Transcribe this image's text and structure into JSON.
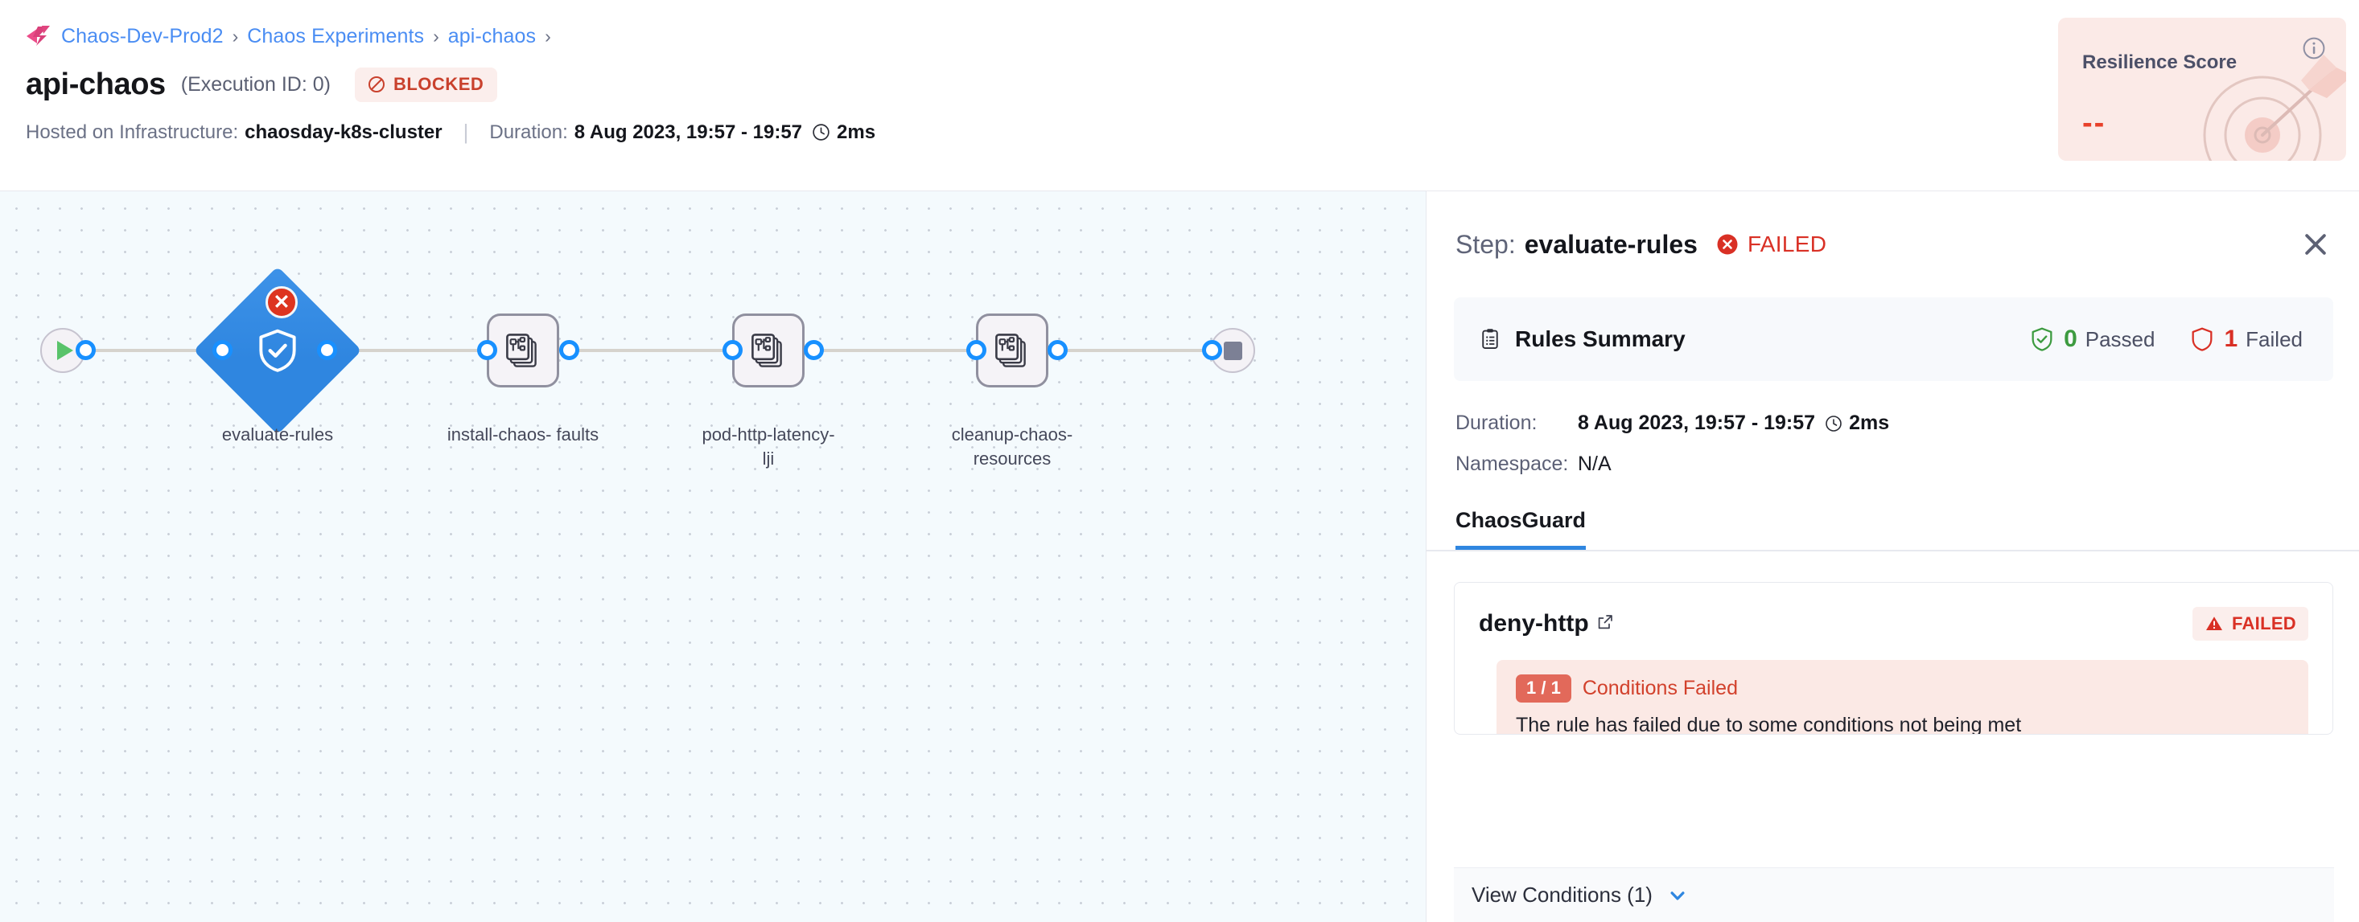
{
  "breadcrumb": {
    "logo": "harness-chaos-logo-icon",
    "items": [
      "Chaos-Dev-Prod2",
      "Chaos Experiments",
      "api-chaos"
    ],
    "separator": "›",
    "trailing_separator": "›"
  },
  "header": {
    "title": "api-chaos",
    "execution_id": "(Execution ID: 0)",
    "status_badge": {
      "label": "BLOCKED",
      "icon": "blocked-circle-icon",
      "color": "#c9412d",
      "bg": "#fbeeec"
    },
    "infra_label": "Hosted on Infrastructure:",
    "infra_value": "chaosday-k8s-cluster",
    "divider": "|",
    "duration_label": "Duration:",
    "duration_value": "8 Aug 2023, 19:57 - 19:57",
    "duration_elapsed": "2ms",
    "clock_icon": "clock-icon"
  },
  "resilience": {
    "title": "Resilience Score",
    "value": "--",
    "info_icon": "info-icon",
    "art_icon": "target-dart-illustration",
    "bg": "#fbeae7",
    "value_color": "#e8402a"
  },
  "canvas": {
    "start_node": {
      "name": "start-node",
      "icon": "play-icon"
    },
    "end_node": {
      "name": "end-node",
      "icon": "stop-icon"
    },
    "nodes": [
      {
        "label": "evaluate-rules",
        "type": "diamond",
        "icon": "shield-check-icon",
        "status": "failed",
        "badge_icon": "error-x-icon",
        "color": "#2f86e0"
      },
      {
        "label": "install-chaos-\nfaults",
        "type": "box",
        "icon": "chaos-fault-icon",
        "status": "none"
      },
      {
        "label": "pod-http-latency-\nlji",
        "type": "box",
        "icon": "chaos-fault-icon",
        "status": "none"
      },
      {
        "label": "cleanup-chaos-\nresources",
        "type": "box",
        "icon": "chaos-fault-icon",
        "status": "none"
      }
    ]
  },
  "panel": {
    "step_label": "Step:",
    "step_name": "evaluate-rules",
    "step_status": "FAILED",
    "step_status_icon": "error-circle-icon",
    "close_icon": "close-icon",
    "rules_summary": {
      "icon": "clipboard-icon",
      "title": "Rules Summary",
      "passed_count": "0",
      "passed_label": "Passed",
      "passed_icon": "shield-check-icon",
      "failed_count": "1",
      "failed_label": "Failed",
      "failed_icon": "shield-icon"
    },
    "details": [
      {
        "key": "Duration:",
        "value": "8 Aug 2023, 19:57 - 19:57",
        "elapsed": "2ms",
        "icon": "clock-icon"
      },
      {
        "key": "Namespace:",
        "value": "N/A"
      }
    ],
    "tabs": [
      {
        "label": "ChaosGuard",
        "active": true
      }
    ],
    "rule": {
      "name": "deny-http",
      "external_link_icon": "external-link-icon",
      "badge_label": "FAILED",
      "badge_icon": "warning-triangle-icon",
      "condition_chip": "1 / 1",
      "condition_label": "Conditions Failed",
      "condition_desc": "The rule has failed due to some conditions not being met"
    },
    "view_conditions": {
      "label": "View Conditions (1)",
      "chevron_icon": "chevron-down-icon"
    }
  }
}
